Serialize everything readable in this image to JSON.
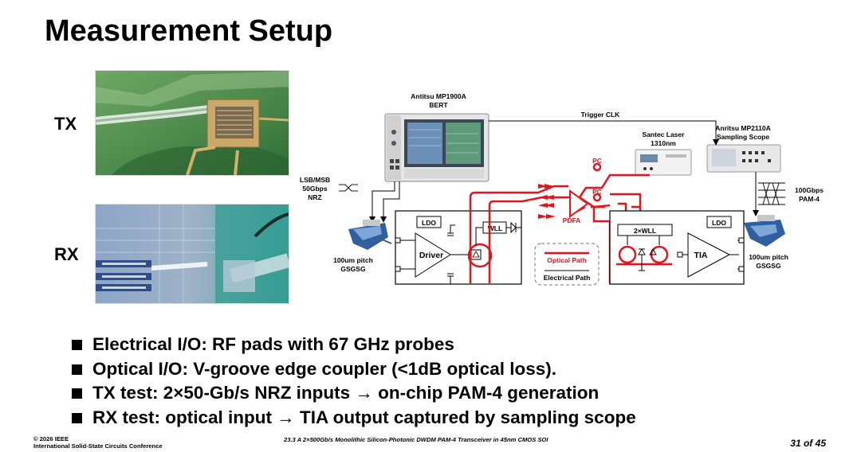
{
  "slide": {
    "title": "Measurement Setup",
    "tx_label": "TX",
    "rx_label": "RX"
  },
  "diagram": {
    "bert_name": "Antitsu MP1900A",
    "bert_sub": "BERT",
    "trigger": "Trigger CLK",
    "laser_name": "Santec Laser",
    "laser_wl": "1310nm",
    "scope_name": "Anritsu MP2110A",
    "scope_sub": "Sampling Scope",
    "lsb_1": "LSB/MSB",
    "lsb_2": "50Gbps",
    "lsb_3": "NRZ",
    "pc_top": "PC",
    "pc_mid": "PC",
    "pdfa": "PDFA",
    "pam_1": "100Gbps",
    "pam_2": "PAM-4",
    "ldo_left": "LDO",
    "ldo_right": "LDO",
    "wll": "WLL",
    "wll2": "2×WLL",
    "driver": "Driver",
    "tia": "TIA",
    "optical_path": "Optical Path",
    "electrical_path": "Electrical Path",
    "probe_left_1": "100um pitch",
    "probe_left_2": "GSGSG",
    "probe_right_1": "100um pitch",
    "probe_right_2": "GSGSG"
  },
  "bullets": [
    "Electrical I/O: RF pads with 67 GHz probes",
    "Optical I/O: V-groove edge coupler (<1dB optical loss).",
    "TX test: 2×50-Gb/s NRZ inputs → on-chip PAM-4 generation",
    "RX test: optical input → TIA output captured by sampling scope"
  ],
  "footer": {
    "copyright": "© 2026 IEEE",
    "conference": "International Solid-State Circuits Conference",
    "paper": "23.3 A 2×500Gb/s Monolithic Silicon-Photonic DWDM PAM-4 Transceiver in 45nm CMOS SOI",
    "page": "31 of 45"
  },
  "colors": {
    "optical": "#e0161b",
    "pcb_green": "#3f8a3a",
    "rx_blue": "#3a68b0"
  }
}
